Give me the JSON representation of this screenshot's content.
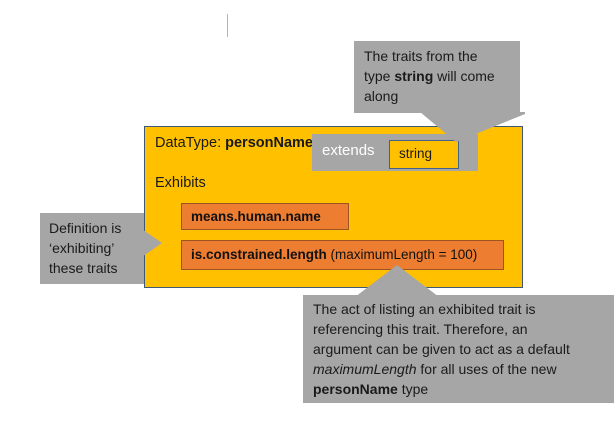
{
  "diagram": {
    "datatype_box": {
      "title_prefix": "DataType: ",
      "title_name": "personName",
      "exhibits_label": "Exhibits",
      "fill_color": "#FFC000",
      "border_color": "#3f5878"
    },
    "extends_group": {
      "label": "extends",
      "label_color": "#ffffff",
      "fill_color": "#a6a6a6",
      "type_box": {
        "label": "string",
        "fill_color": "#FFC000",
        "border_color": "#44618a"
      }
    },
    "traits": [
      {
        "name": "means.human.name",
        "arguments": "",
        "fill_color": "#ED7D31"
      },
      {
        "name": "is.constrained.length",
        "arguments": " (maximumLength = 100)",
        "fill_color": "#ED7D31"
      }
    ],
    "callouts": {
      "top": {
        "line1": "The traits from the",
        "line2_pre": "type ",
        "line2_bold": "string",
        "line2_post": " will come",
        "line3": "along",
        "fill_color": "#a6a6a6"
      },
      "left": {
        "line1": "Definition is",
        "line2": "‘exhibiting’",
        "line3": "these traits",
        "fill_color": "#a6a6a6"
      },
      "bottom": {
        "line1": "The act of listing an exhibited trait is",
        "line2": "referencing this trait. Therefore, an",
        "line3": "argument can be given to act as a default",
        "line4_italic": "maximumLength",
        "line4_post": " for all uses of the new",
        "line5_bold": "personName",
        "line5_post": " type",
        "fill_color": "#a6a6a6"
      }
    }
  }
}
